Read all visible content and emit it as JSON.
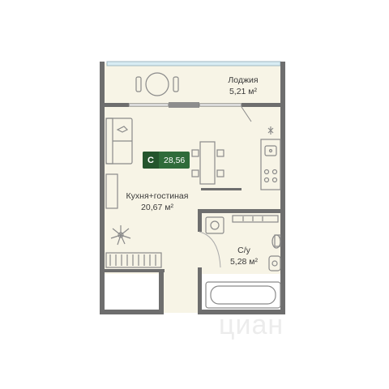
{
  "apartment": {
    "type_badge": "С",
    "total_area": "28,56"
  },
  "rooms": {
    "loggia": {
      "name": "Лоджия",
      "area": "5,21 м²"
    },
    "living_kitchen": {
      "name": "Кухня+гостиная",
      "area": "20,67 м²"
    },
    "bathroom": {
      "name": "С/у",
      "area": "5,28 м²"
    }
  },
  "watermark": {
    "text": "циан"
  },
  "colors": {
    "wall": "#6e6e6e",
    "floor": "#f7f4e6",
    "badge_bg": "#2f6b3a",
    "furniture_stroke": "#8a8a8a"
  }
}
